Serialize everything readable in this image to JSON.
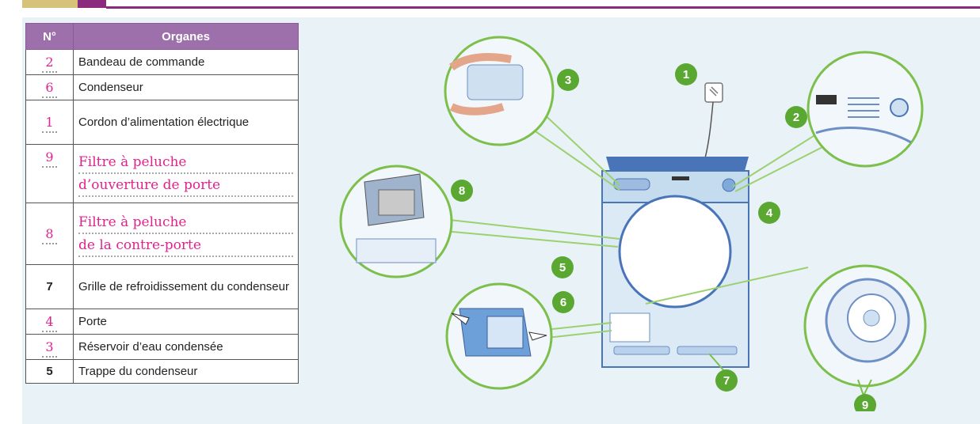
{
  "table": {
    "headers": [
      "N°",
      "Organes"
    ],
    "rows": [
      {
        "num": "2",
        "organ": "Bandeau de commande",
        "style": "hand"
      },
      {
        "num": "6",
        "organ": "Condenseur",
        "style": "hand"
      },
      {
        "num": "1",
        "organ": "Cordon d’alimentation électrique",
        "style": "hand"
      },
      {
        "num": "9",
        "organ_lines": [
          "Filtre à peluche",
          "d’ouverture de porte"
        ],
        "style": "hand"
      },
      {
        "num": "8",
        "organ_lines": [
          "Filtre à peluche",
          "de la contre-porte"
        ],
        "style": "hand"
      },
      {
        "num": "7",
        "organ": "Grille de refroidissement du condenseur",
        "style": "print"
      },
      {
        "num": "4",
        "organ": "Porte",
        "style": "hand"
      },
      {
        "num": "3",
        "organ": "Réservoir d’eau condensée",
        "style": "hand"
      },
      {
        "num": "5",
        "organ": "Trappe du condenseur",
        "style": "print"
      }
    ]
  },
  "callouts": [
    "1",
    "2",
    "3",
    "4",
    "5",
    "6",
    "7",
    "8",
    "9"
  ],
  "colors": {
    "accent": "#8a2b7e",
    "header": "#9d6fab",
    "hand": "#e0238c",
    "callout": "#5aa832",
    "panel": "#e9f2f6"
  }
}
